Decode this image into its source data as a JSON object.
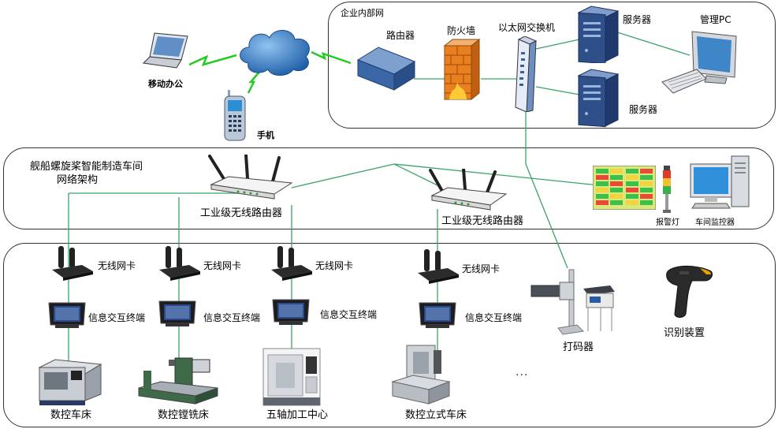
{
  "enterprise": {
    "zone_title": "企业内部网",
    "router": "路由器",
    "firewall": "防火墙",
    "switch": "以太网交换机",
    "server1": "服务器",
    "server2": "服务器",
    "admin_pc": "管理PC"
  },
  "remote": {
    "mobile_office": "移动办公",
    "phone": "手机"
  },
  "workshop_net": {
    "title_line1": "舰船螺旋桨智能制造车间",
    "title_line2": "网络架构",
    "wifi_router_left": "工业级无线路由器",
    "wifi_router_right": "工业级无线路由器",
    "alarm_lamp": "报警灯",
    "monitor": "车间监控器"
  },
  "machines": {
    "nic_labels": [
      "无线网卡",
      "无线网卡",
      "无线网卡",
      "无线网卡"
    ],
    "terminal_labels": [
      "信息交互终端",
      "信息交互终端",
      "信息交互终端",
      "信息交互终端"
    ],
    "machine_labels": [
      "数控车床",
      "数控镗铣床",
      "五轴加工中心",
      "数控立式车床"
    ],
    "printer": "打码器",
    "scanner": "识别装置",
    "ellipsis": "..."
  },
  "colors": {
    "wire": "#3aa36a",
    "wireless": "#22cc22",
    "cloud": "#2d6fb8",
    "router_body": "#3b67a8",
    "firewall": "#e8801f",
    "server": "#2e4f8a"
  }
}
